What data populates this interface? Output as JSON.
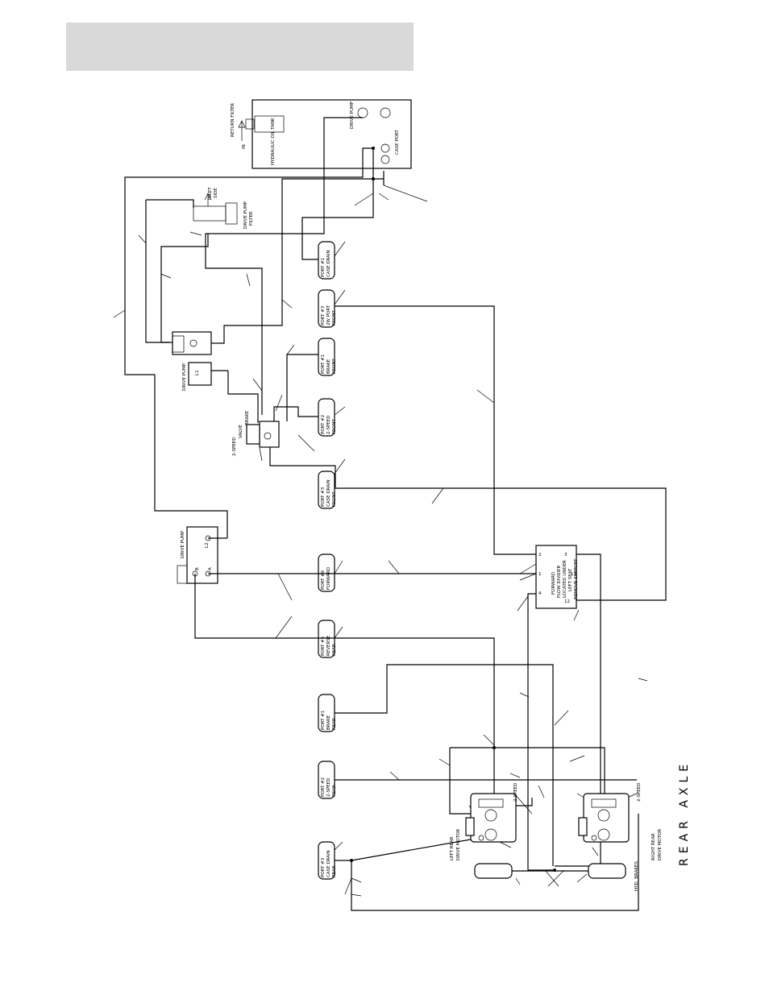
{
  "tank": {
    "title": "HYDRAULIC OIL TANK",
    "return_filter": "RETURN FILTER",
    "in": "IN",
    "drive_pump": "DRIVE PUMP",
    "case_port": "CASE PORT"
  },
  "inlet_filter": {
    "inlet": "INLET",
    "side": "SIDE",
    "label_1": "DRIVE PUMP",
    "label_2": "FILTER"
  },
  "drive_pump_top": {
    "label": "DRIVE PUMP",
    "port": "L1"
  },
  "brake_valve": {
    "label_1": "2-SPEED",
    "label_2": "VALVE",
    "label_3": "BRAKE"
  },
  "drive_pump_bottom": {
    "label": "DRIVE PUMP",
    "port_l2": "L2",
    "port_b": "B",
    "port_a": "A"
  },
  "front_ports": [
    {
      "line1": "PORT #1",
      "line2": "CASE DRAIN",
      "line3": ""
    },
    {
      "line1": "PORT #3",
      "line2": "2W PORT",
      "line3": "FRONT"
    },
    {
      "line1": "PORT #1",
      "line2": "BRAKE",
      "line3": "FRONT"
    },
    {
      "line1": "PORT #2",
      "line2": "2-SPEED",
      "line3": "FRONT"
    },
    {
      "line1": "PORT #3",
      "line2": "CASE DRAIN",
      "line3": "FRONT"
    }
  ],
  "mid_ports": [
    {
      "line1": "PORT #6",
      "line2": "FORWARD",
      "line3": ""
    },
    {
      "line1": "PORT #5",
      "line2": "REVERSE",
      "line3": "REAR"
    }
  ],
  "rear_ports": [
    {
      "line1": "PORT #1",
      "line2": "BRAKE",
      "line3": "REAR"
    },
    {
      "line1": "PORT #2",
      "line2": "2-SPEED",
      "line3": "REAR"
    },
    {
      "line1": "PORT #3",
      "line2": "CASE DRAIN",
      "line3": "REAR"
    }
  ],
  "flow_divider": {
    "line1": "FORWARD",
    "line2": "FLOW DIVIDER",
    "line3": "LOCATED UNDER",
    "line4": "LEFT SEAT",
    "line5": "REMOVE SUPPORT",
    "port_numbers": [
      "2",
      "1",
      "3",
      "4",
      "11",
      "12"
    ]
  },
  "motors": {
    "left_1": "LEFT REAR",
    "left_2": "DRIVE MOTOR",
    "right_1": "RIGHT REAR",
    "right_2": "DRIVE MOTOR",
    "two_speed_1": "2-SPEED",
    "two_speed_2": "2-SPEED",
    "brakes": "HYD. BRAKES"
  },
  "section_title": "REAR AXLE"
}
